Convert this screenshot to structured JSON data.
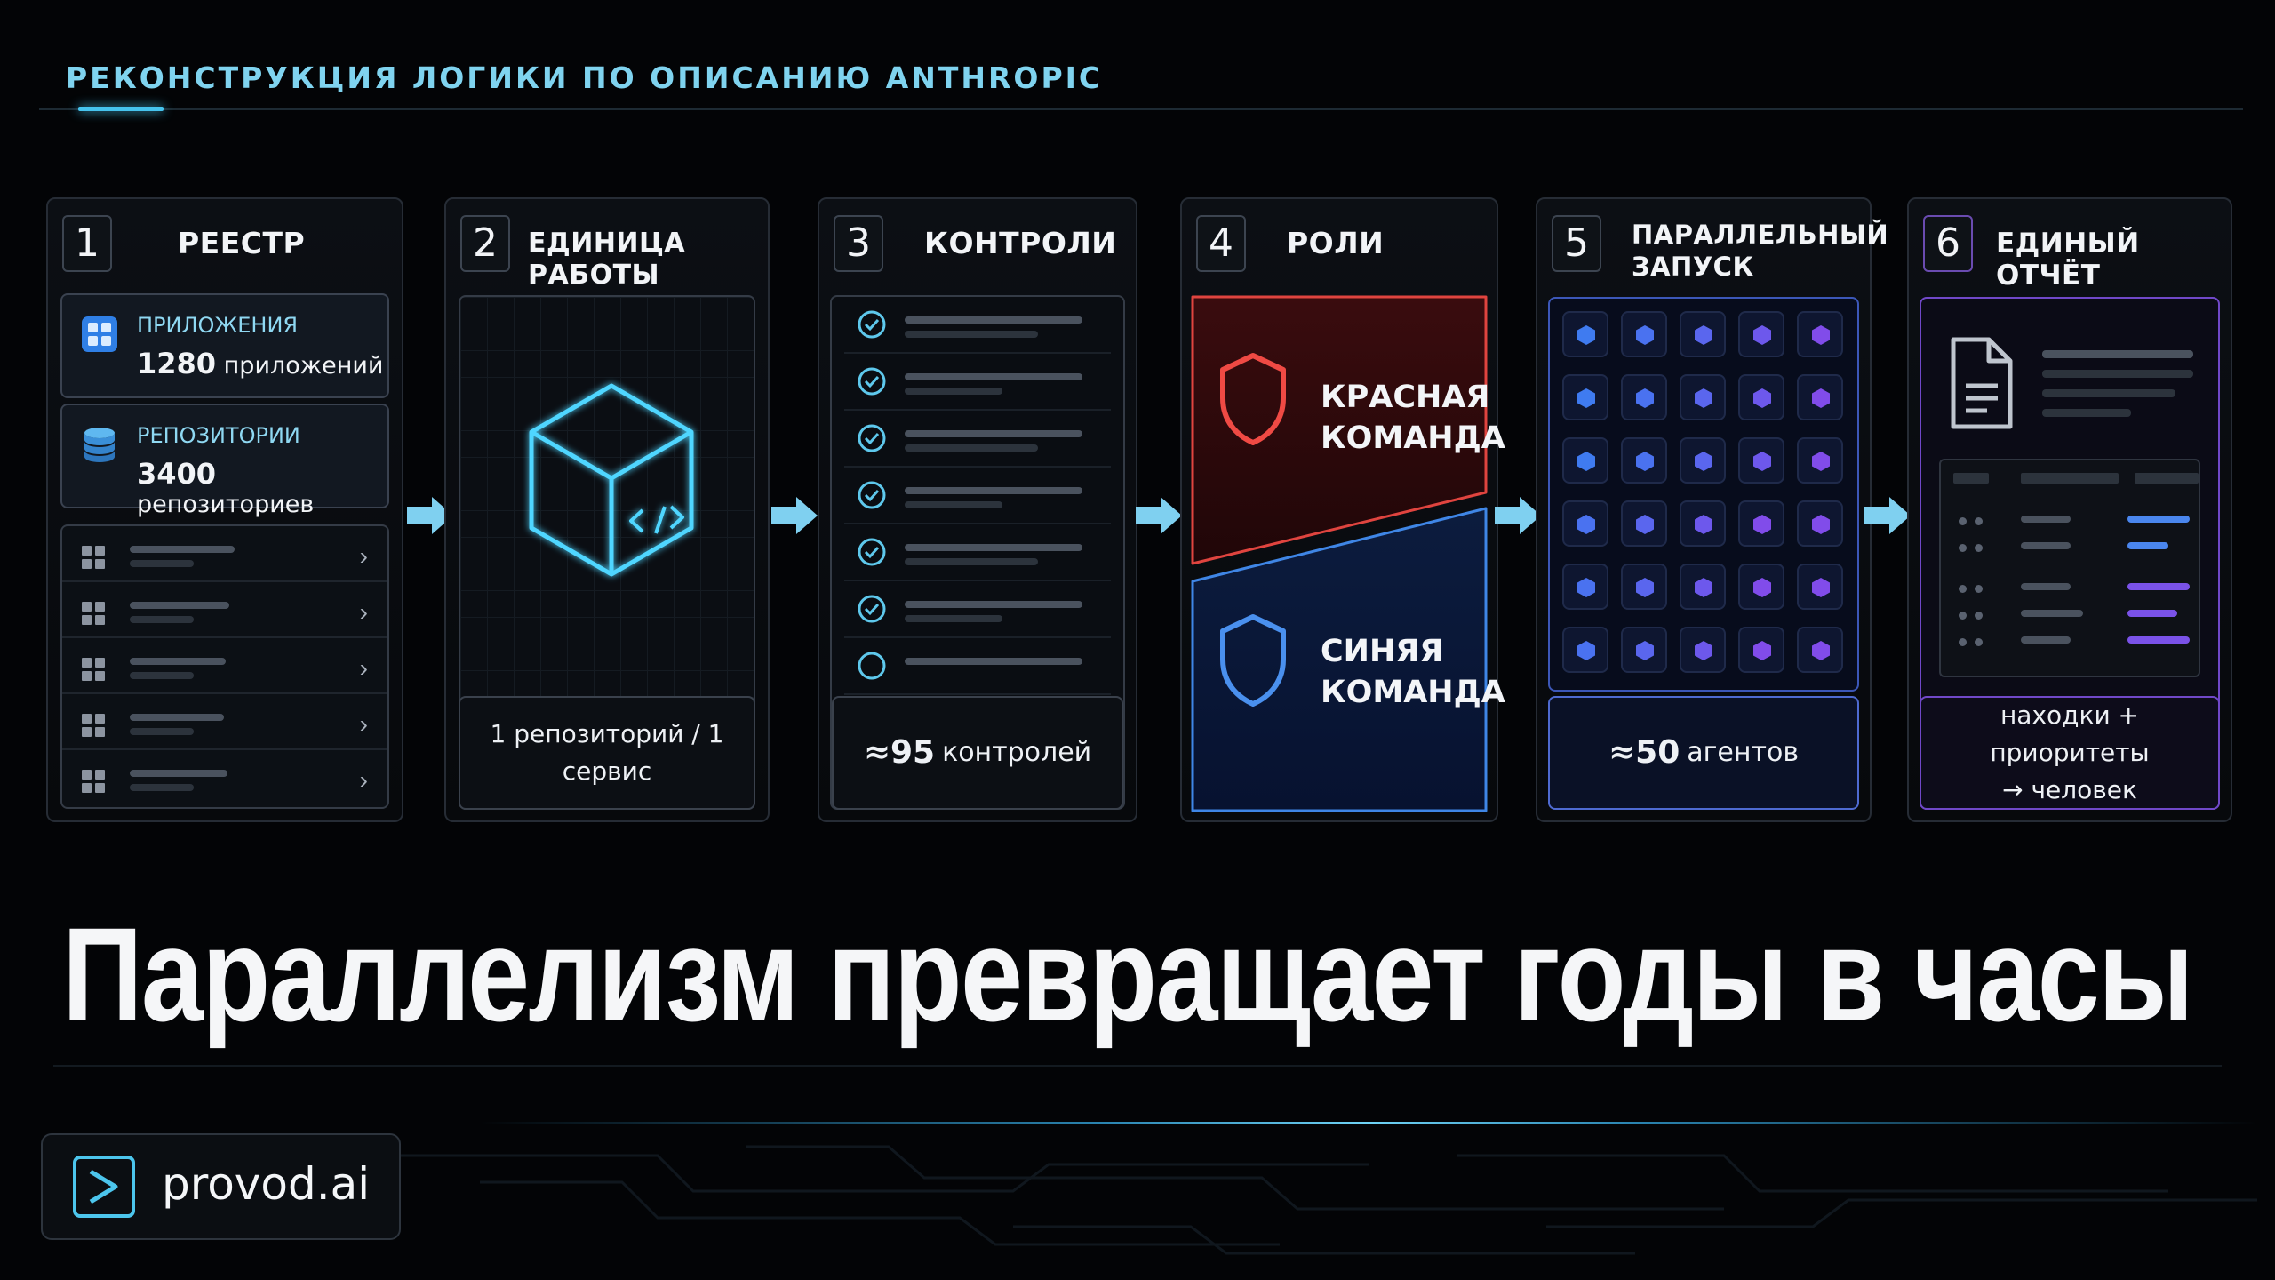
{
  "header": {
    "title": "РЕКОНСТРУКЦИЯ ЛОГИКИ ПО ОПИСАНИЮ ANTHROPIC"
  },
  "steps": [
    {
      "num": "1",
      "title": "РЕЕСТР",
      "cards": [
        {
          "label": "ПРИЛОЖЕНИЯ",
          "value": "1280",
          "unit": "приложений",
          "icon": "apps-grid-icon"
        },
        {
          "label": "РЕПОЗИТОРИИ",
          "value": "3400",
          "unit": "репозиториев",
          "icon": "database-icon"
        }
      ]
    },
    {
      "num": "2",
      "title": "ЕДИНИЦА РАБОТЫ",
      "footer": "1 репозиторий / 1 сервис",
      "icon": "code-cube-icon"
    },
    {
      "num": "3",
      "title": "КОНТРОЛИ",
      "footer_value": "≈95",
      "footer_unit": "контролей"
    },
    {
      "num": "4",
      "title": "РОЛИ",
      "red": "КРАСНАЯ КОМАНДА",
      "blue": "СИНЯЯ КОМАНДА"
    },
    {
      "num": "5",
      "title": "ПАРАЛЛЕЛЬНЫЙ ЗАПУСК",
      "footer_value": "≈50",
      "footer_unit": "агентов"
    },
    {
      "num": "6",
      "title": "ЕДИНЫЙ ОТЧЁТ",
      "footer_line1": "находки + приоритеты",
      "footer_line2": "→ человек"
    }
  ],
  "headline": "Параллелизм превращает годы в часы",
  "brand": {
    "name": "provod.ai",
    "icon": "terminal-prompt-icon"
  },
  "colors": {
    "accent": "#46c3ee",
    "red": "#e23b3b",
    "blue": "#3d7fe0",
    "purple": "#8a4cf0"
  }
}
